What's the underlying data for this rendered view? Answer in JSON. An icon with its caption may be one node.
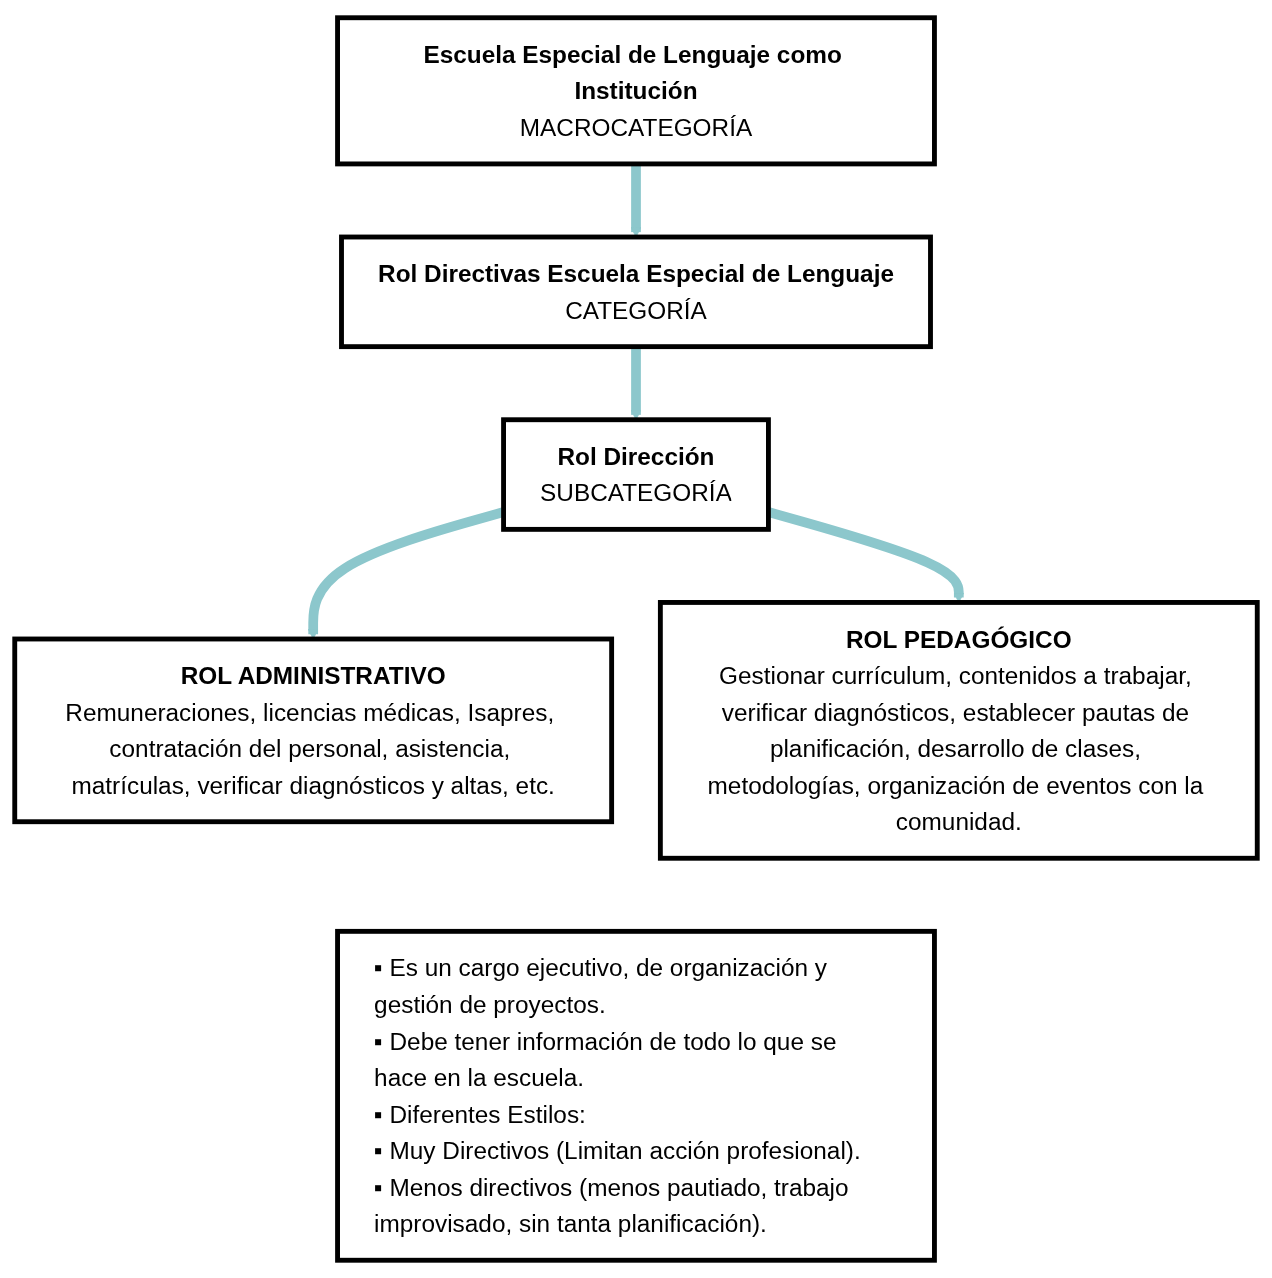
{
  "diagram": {
    "nodes": [
      {
        "text": [
          "Escuela Especial de Lenguaje como Institución",
          "MACROCATEGORÍA"
        ]
      },
      {
        "text": [
          "Rol Directivas Escuela Especial de Lenguaje",
          "CATEGORÍA"
        ]
      },
      {
        "text": [
          "Rol Dirección",
          "SUBCATEGORÍA"
        ]
      },
      {
        "text": [
          "ROL ADMINISTRATIVO",
          "Remuneraciones, licencias médicas, Isapres, contratación del personal, asistencia, matrículas, verificar diagnósticos y altas, etc."
        ]
      },
      {
        "text": [
          "ROL PEDAGÓGICO",
          "Gestionar currículum, contenidos a trabajar, verificar diagnósticos, establecer pautas de planificación, desarrollo de clases, metodologías, organización de eventos con la comunidad."
        ]
      },
      {
        "text": [
          "▪ Es un cargo ejecutivo, de organización y gestión de proyectos.",
          "▪ Debe tener información de todo lo que se hace en la escuela.",
          "▪ Diferentes Estilos:",
          "▪ Muy Directivos (Limitan acción profesional).",
          "▪ Menos directivos (menos pautiado, trabajo improvisado, sin tanta planificación)."
        ]
      }
    ],
    "edges": [
      {
        "from": 0,
        "to": 1,
        "arrow": "to"
      },
      {
        "from": 1,
        "to": 2,
        "arrow": "to"
      },
      {
        "from": 2,
        "to": 3,
        "arrow": "to"
      },
      {
        "from": 2,
        "to": 4,
        "arrow": "to"
      }
    ]
  }
}
